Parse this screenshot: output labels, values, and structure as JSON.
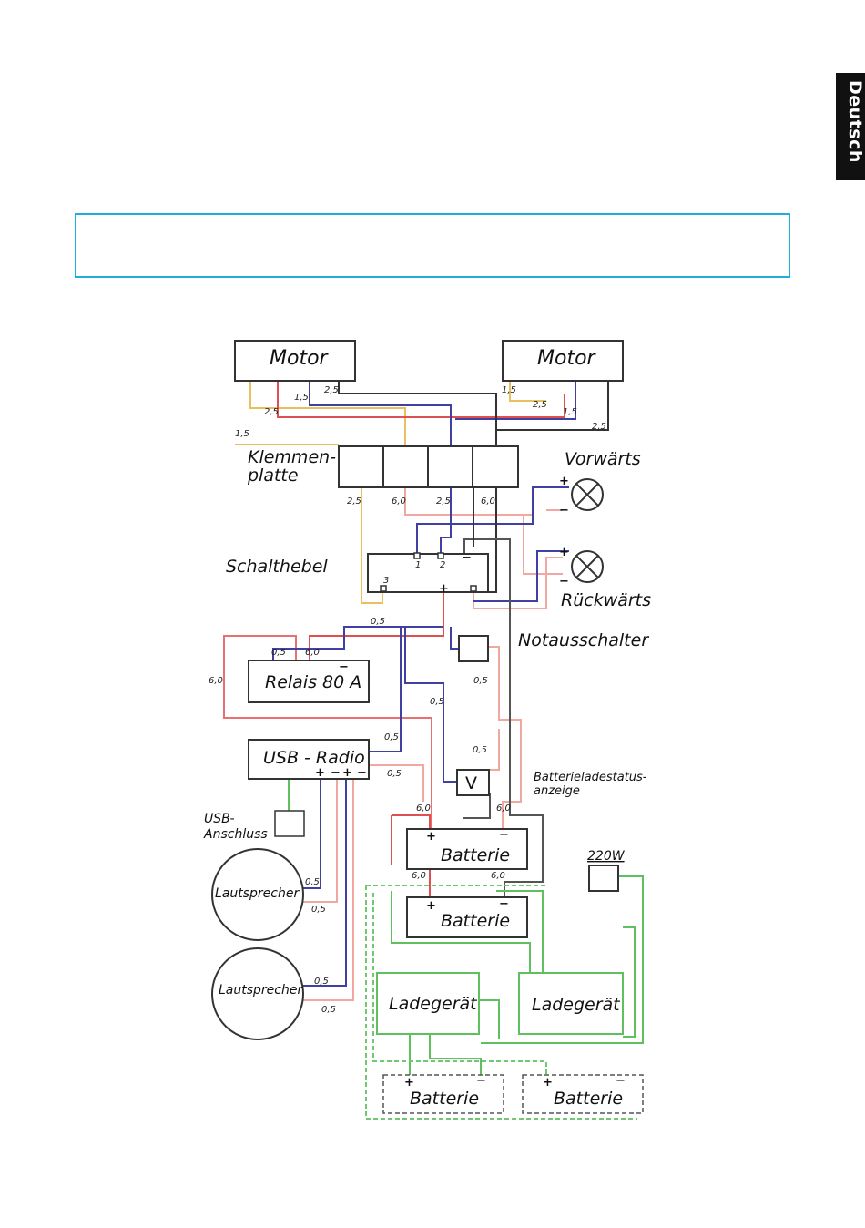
{
  "language_tab": "Deutsch",
  "colors": {
    "accent_border": "#1eaedc",
    "wire_red": "#e05050",
    "wire_pink": "#f0a8a0",
    "wire_blue": "#4040a0",
    "wire_black": "#333333",
    "wire_yellow": "#e8c060",
    "wire_green": "#60c060",
    "wire_gray": "#888888"
  },
  "diagram": {
    "motor_left": "Motor",
    "motor_right": "Motor",
    "terminal_block": "Klemmen-\nplatte",
    "terminal_block_line1": "Klemmen-",
    "terminal_block_line2": "platte",
    "forward_lamp": "Vorwärts",
    "reverse_lamp": "Rückwärts",
    "shift_lever": "Schalthebel",
    "emergency_switch": "Notausschalter",
    "relay": "Relais 80 A",
    "usb_radio": "USB - Radio",
    "battery_indicator_line1": "Batterieladestatus-",
    "battery_indicator_line2": "anzeige",
    "usb_port_line1": "USB-",
    "usb_port_line2": "Anschluss",
    "speaker_1": "Lautsprecher",
    "speaker_2": "Lautsprecher",
    "battery_1": "Batterie",
    "battery_2": "Batterie",
    "battery_3": "Batterie",
    "battery_4": "Batterie",
    "power_220": "220W",
    "charger_1": "Ladegerät",
    "charger_2": "Ladegerät",
    "voltmeter_symbol": "V",
    "lever_pin_1": "1",
    "lever_pin_2": "2",
    "lever_pin_3": "3",
    "plus": "+",
    "minus": "−",
    "gauges": {
      "g1": "1,5",
      "g2": "2,5",
      "g3": "2,5",
      "g4": "1,5",
      "g5": "1,5",
      "g6": "2,5",
      "g7": "1,5",
      "g8": "2,5",
      "g9": "2,5",
      "g10": "6,0",
      "g11": "2,5",
      "g12": "6,0",
      "g13": "0,5",
      "g14": "0,5",
      "g15": "6,0",
      "g16": "6,0",
      "g17": "0,5",
      "g18": "0,5",
      "g19": "0,5",
      "g20": "0,5",
      "g21": "0,5",
      "g22": "6,0",
      "g23": "6,0",
      "g24": "6,0",
      "g25": "6,0",
      "g26": "0,5",
      "g27": "0,5",
      "g28": "0,5",
      "g29": "0,5"
    }
  }
}
